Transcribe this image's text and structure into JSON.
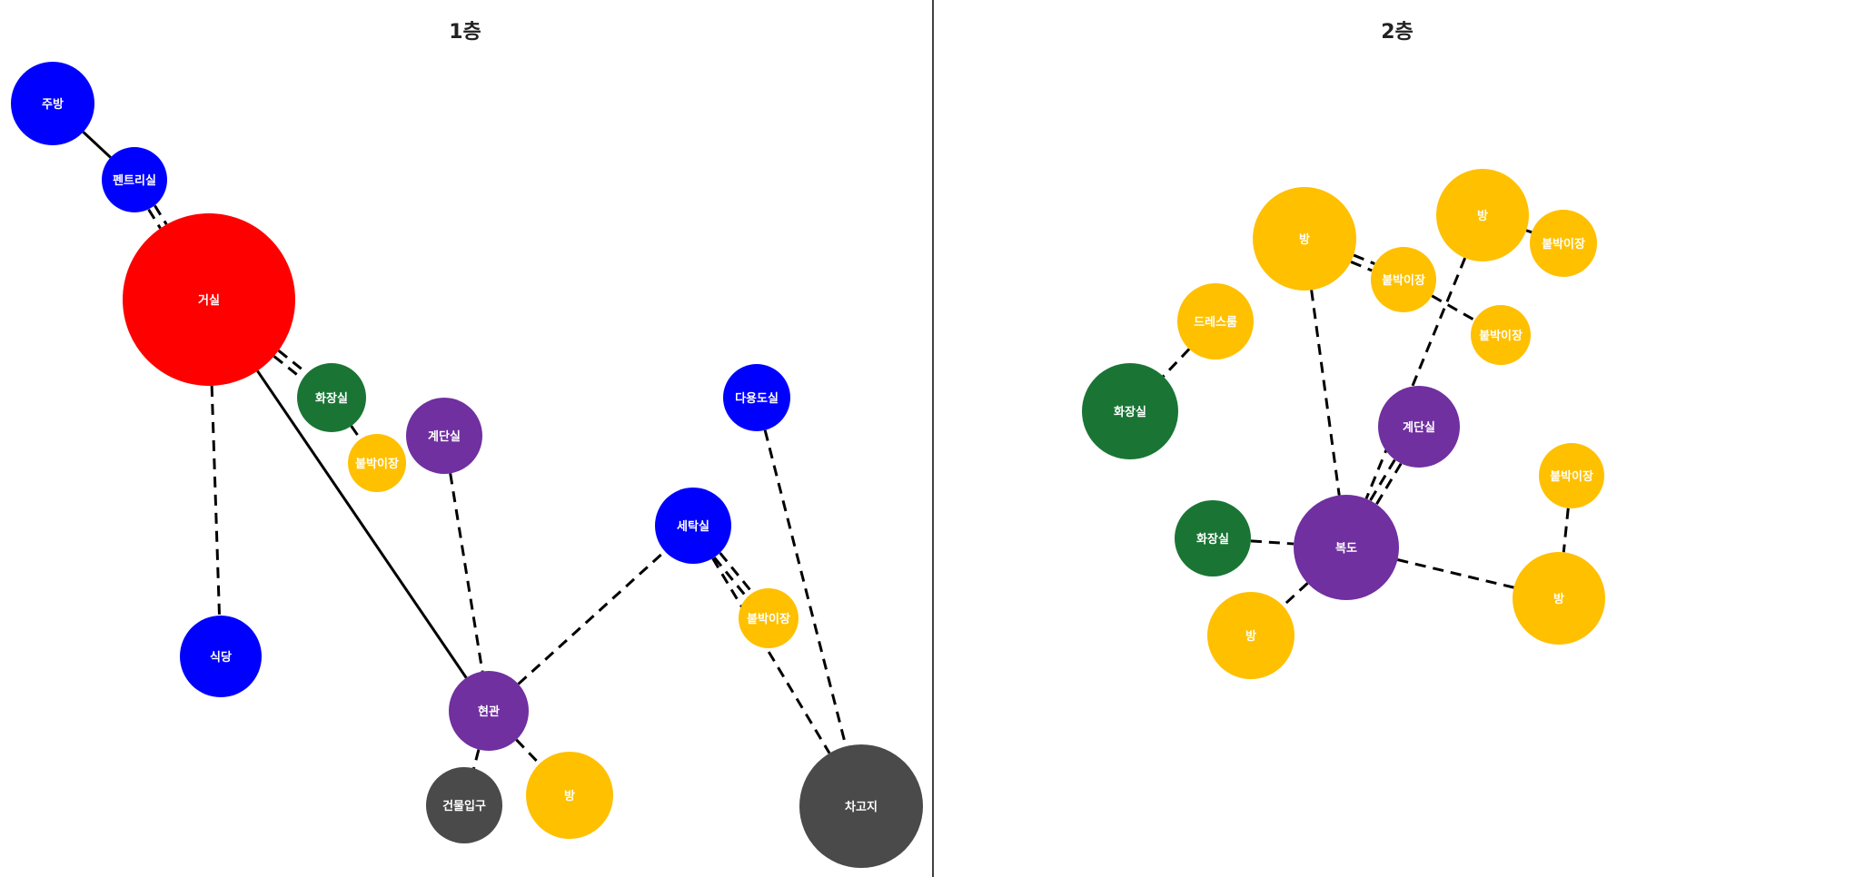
{
  "colors": {
    "living": "#ff0000",
    "blue": "#0000ff",
    "green": "#1a7535",
    "purple": "#7030a0",
    "yellow": "#ffc000",
    "gray": "#4a4a4a",
    "divider": "#000000"
  },
  "floors": [
    {
      "title": "1층",
      "nodes": [
        {
          "id": "f1-kitchen",
          "label": "주방",
          "color": "blue"
        },
        {
          "id": "f1-pantry",
          "label": "펜트리실",
          "color": "blue"
        },
        {
          "id": "f1-living",
          "label": "거실",
          "color": "living"
        },
        {
          "id": "f1-bath",
          "label": "화장실",
          "color": "green"
        },
        {
          "id": "f1-closet1",
          "label": "붙박이장",
          "color": "yellow"
        },
        {
          "id": "f1-stair",
          "label": "계단실",
          "color": "purple"
        },
        {
          "id": "f1-dining",
          "label": "식당",
          "color": "blue"
        },
        {
          "id": "f1-entrance",
          "label": "현관",
          "color": "purple"
        },
        {
          "id": "f1-bldg-entry",
          "label": "건물입구",
          "color": "gray"
        },
        {
          "id": "f1-room",
          "label": "방",
          "color": "yellow"
        },
        {
          "id": "f1-utility",
          "label": "다용도실",
          "color": "blue"
        },
        {
          "id": "f1-laundry",
          "label": "세탁실",
          "color": "blue"
        },
        {
          "id": "f1-closet2",
          "label": "붙박이장",
          "color": "yellow"
        },
        {
          "id": "f1-garage",
          "label": "차고지",
          "color": "gray"
        }
      ],
      "edges": [
        {
          "from": "f1-kitchen",
          "to": "f1-pantry",
          "style": "solid"
        },
        {
          "from": "f1-pantry",
          "to": "f1-living",
          "style": "double-dashed"
        },
        {
          "from": "f1-living",
          "to": "f1-bath",
          "style": "double-dashed"
        },
        {
          "from": "f1-bath",
          "to": "f1-closet1",
          "style": "dashed"
        },
        {
          "from": "f1-living",
          "to": "f1-dining",
          "style": "dashed"
        },
        {
          "from": "f1-living",
          "to": "f1-entrance",
          "style": "solid"
        },
        {
          "from": "f1-stair",
          "to": "f1-entrance",
          "style": "dashed"
        },
        {
          "from": "f1-entrance",
          "to": "f1-bldg-entry",
          "style": "dashed"
        },
        {
          "from": "f1-entrance",
          "to": "f1-room",
          "style": "dashed"
        },
        {
          "from": "f1-entrance",
          "to": "f1-laundry",
          "style": "dashed"
        },
        {
          "from": "f1-laundry",
          "to": "f1-closet2",
          "style": "double-dashed"
        },
        {
          "from": "f1-laundry",
          "to": "f1-garage",
          "style": "dashed"
        },
        {
          "from": "f1-utility",
          "to": "f1-garage",
          "style": "dashed"
        }
      ]
    },
    {
      "title": "2층",
      "nodes": [
        {
          "id": "f2-room1",
          "label": "방",
          "color": "yellow"
        },
        {
          "id": "f2-room2",
          "label": "방",
          "color": "yellow"
        },
        {
          "id": "f2-closet-a",
          "label": "붙박이장",
          "color": "yellow"
        },
        {
          "id": "f2-closet-b",
          "label": "붙박이장",
          "color": "yellow"
        },
        {
          "id": "f2-closet-c",
          "label": "붙박이장",
          "color": "yellow"
        },
        {
          "id": "f2-dress",
          "label": "드레스룸",
          "color": "yellow"
        },
        {
          "id": "f2-bath1",
          "label": "화장실",
          "color": "green"
        },
        {
          "id": "f2-stair",
          "label": "계단실",
          "color": "purple"
        },
        {
          "id": "f2-closet-d",
          "label": "붙박이장",
          "color": "yellow"
        },
        {
          "id": "f2-bath2",
          "label": "화장실",
          "color": "green"
        },
        {
          "id": "f2-hall",
          "label": "복도",
          "color": "purple"
        },
        {
          "id": "f2-room3",
          "label": "방",
          "color": "yellow"
        },
        {
          "id": "f2-room4",
          "label": "방",
          "color": "yellow"
        }
      ],
      "edges": [
        {
          "from": "f2-room1",
          "to": "f2-closet-b",
          "style": "double-dashed"
        },
        {
          "from": "f2-room1",
          "to": "f2-hall",
          "style": "dashed"
        },
        {
          "from": "f2-room2",
          "to": "f2-closet-a",
          "style": "dashed"
        },
        {
          "from": "f2-room2",
          "to": "f2-hall",
          "style": "dashed"
        },
        {
          "from": "f2-closet-b",
          "to": "f2-closet-c",
          "style": "dashed"
        },
        {
          "from": "f2-dress",
          "to": "f2-bath1",
          "style": "dashed"
        },
        {
          "from": "f2-stair",
          "to": "f2-hall",
          "style": "double-dashed"
        },
        {
          "from": "f2-bath2",
          "to": "f2-hall",
          "style": "dashed"
        },
        {
          "from": "f2-hall",
          "to": "f2-room3",
          "style": "dashed"
        },
        {
          "from": "f2-hall",
          "to": "f2-room4",
          "style": "dashed"
        },
        {
          "from": "f2-closet-d",
          "to": "f2-room4",
          "style": "dashed"
        }
      ]
    }
  ]
}
